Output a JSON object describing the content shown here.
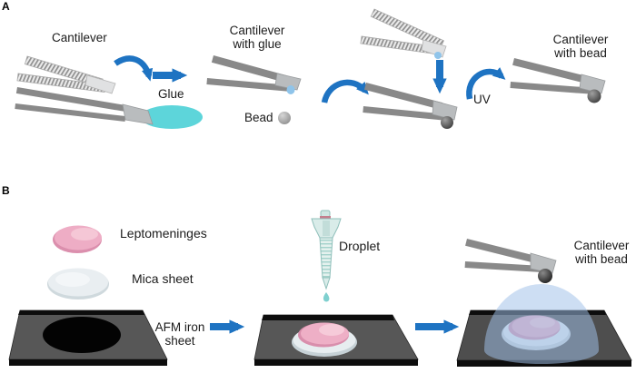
{
  "panel_a": {
    "label": "A",
    "cantilever": "Cantilever",
    "glue": "Glue",
    "cantilever_with_glue": "Cantilever\nwith glue",
    "bead": "Bead",
    "uv": "UV",
    "cantilever_with_bead": "Cantilever\nwith bead"
  },
  "panel_b": {
    "label": "B",
    "leptomeninges": "Leptomeninges",
    "mica_sheet": "Mica sheet",
    "afm_iron_sheet": "AFM iron\nsheet",
    "droplet": "Droplet",
    "cantilever_with_bead": "Cantilever\nwith bead"
  },
  "colors": {
    "arrow_blue": "#1e73c2",
    "glue_cyan": "#5dd5da",
    "glue_drop_blue": "#8fc4ea",
    "tweezer_gray": "#898989",
    "chip_gray": "#b9bcbe",
    "hatch_gray": "#8f8f8f",
    "bead_gray": "#8e8e8e",
    "bead_dark": "#3a3a3a",
    "bead_black": "#141414",
    "iron_sheet_gray": "#575757",
    "sheet_edge_black": "#0d0d0d",
    "mica_light": "#e9eef1",
    "leptomeninges_pink": "#eeadc5",
    "dropper_teal": "#d9ece9",
    "dropper_outline": "#8fbfba",
    "dome_blue": "#9fc0e8"
  }
}
